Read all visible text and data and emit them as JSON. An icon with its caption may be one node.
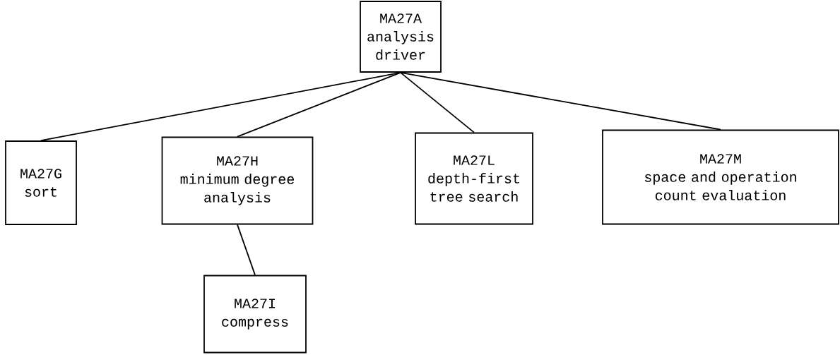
{
  "diagram": {
    "nodes": [
      {
        "text": [
          "MA27A",
          "analysis driver"
        ]
      },
      {
        "text": [
          "MA27G",
          "sort"
        ]
      },
      {
        "text": [
          "MA27H",
          "minimum degree analysis"
        ]
      },
      {
        "text": [
          "MA27L",
          "depth-first tree search"
        ]
      },
      {
        "text": [
          "MA27M",
          "space and operation count evaluation"
        ]
      },
      {
        "text": [
          "MA27I",
          "compress"
        ]
      }
    ],
    "edges": [
      {
        "from": 0,
        "to": 1,
        "arrow": "none"
      },
      {
        "from": 0,
        "to": 2,
        "arrow": "none"
      },
      {
        "from": 0,
        "to": 3,
        "arrow": "none"
      },
      {
        "from": 0,
        "to": 4,
        "arrow": "none"
      },
      {
        "from": 2,
        "to": 5,
        "arrow": "none"
      }
    ]
  }
}
